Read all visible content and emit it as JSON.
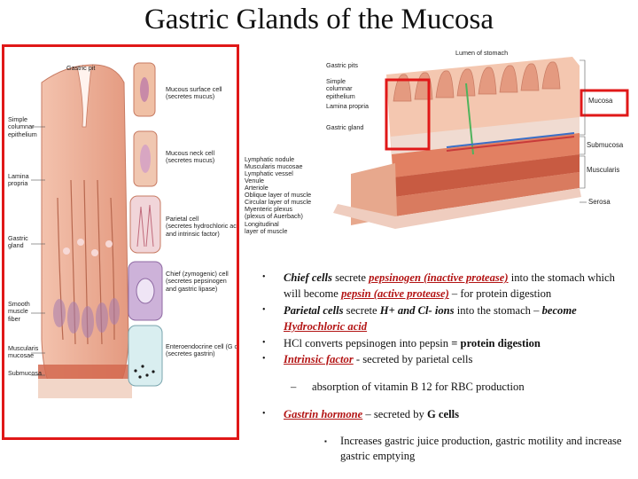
{
  "title": "Gastric Glands of the Mucosa",
  "left_figure": {
    "labels": {
      "gastric_pit": "Gastric pit",
      "simple_columnar": "Simple\ncolumnar\nepithelium",
      "lamina_propria": "Lamina\npropria",
      "gastric_gland": "Gastric\ngland",
      "smooth_muscle": "Smooth\nmuscle\nfiber",
      "muscularis_mucosae": "Muscularis\nmucosae",
      "submucosa": "Submucosa",
      "mucous_surface": "Mucous surface cell\n(secretes mucus)",
      "mucous_neck": "Mucous neck cell\n(secretes mucus)",
      "parietal": "Parietal cell\n(secretes hydrochloric acid\nand intrinsic factor)",
      "chief": "Chief (zymogenic) cell\n(secretes pepsinogen\nand gastric lipase)",
      "enteroendocrine": "Enteroendocrine cell (G cell)\n(secretes gastrin)"
    }
  },
  "right_figure": {
    "labels": {
      "lumen": "Lumen of stomach",
      "gastric_pits": "Gastric pits",
      "simple_columnar": "Simple\ncolumnar\nepithelium",
      "lamina_propria": "Lamina propria",
      "gastric_gland": "Gastric gland",
      "lymphatic_nodule": "Lymphatic nodule",
      "muscularis_mucosae": "Muscularis mucosae",
      "lymphatic_vessel": "Lymphatic vessel",
      "venule": "Venule",
      "arteriole": "Arteriole",
      "oblique": "Oblique layer of muscle",
      "circular": "Circular layer of muscle",
      "myenteric": "Myenteric plexus\n(plexus of Auerbach)",
      "longitudinal": "Longitudinal\nlayer of muscle",
      "mucosa": "Mucosa",
      "submucosa": "Submucosa",
      "muscularis": "Muscularis",
      "serosa": "Serosa"
    }
  },
  "bullets": {
    "b1_a": "Chief cells",
    "b1_b": " secrete ",
    "b1_c": "pepsinogen (inactive protease)",
    "b1_d": " into the stomach which will become ",
    "b1_e": "pepsin (active protease)",
    "b1_f": " – for protein digestion",
    "b2_a": "Parietal cells",
    "b2_b": " secrete ",
    "b2_c": "H+ and Cl- ions",
    "b2_d": " into the stomach – ",
    "b2_e": "become ",
    "b2_f": "Hydrochloric acid",
    "b3_a": "HCl converts pepsinogen into pepsin ",
    "b3_b": "= protein digestion",
    "b4_a": "Intrinsic factor",
    "b4_b": " - secreted by parietal cells",
    "b4_sub": "absorption of vitamin B 12 for RBC production",
    "b5_a": "Gastrin hormone",
    "b5_b": " – secreted by ",
    "b5_c": "G cells",
    "b5_sub": "Increases gastric juice production, gastric motility and increase gastric emptying"
  },
  "colors": {
    "highlight_red": "#e01818",
    "term_red": "#b31414",
    "tissue_pink": "#e9a98f",
    "muscle": "#d4694f"
  }
}
